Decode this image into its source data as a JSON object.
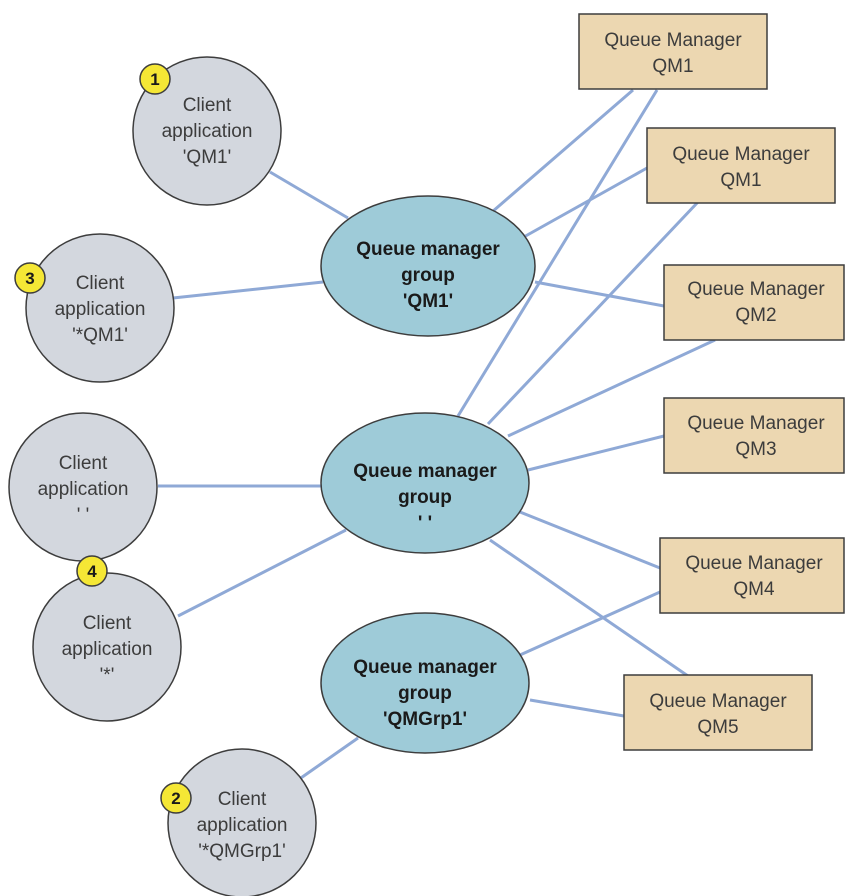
{
  "clients": [
    {
      "id": "c1",
      "lines": [
        "Client",
        "application",
        "'QM1'"
      ],
      "badge": "1"
    },
    {
      "id": "c3",
      "lines": [
        "Client",
        "application",
        "'*QM1'"
      ],
      "badge": "3"
    },
    {
      "id": "cblank",
      "lines": [
        "Client",
        "application",
        "' '"
      ],
      "badge": ""
    },
    {
      "id": "c4",
      "lines": [
        "Client",
        "application",
        "'*'"
      ],
      "badge": "4"
    },
    {
      "id": "c2",
      "lines": [
        "Client",
        "application",
        "'*QMGrp1'"
      ],
      "badge": "2"
    }
  ],
  "groups": [
    {
      "id": "gqm1",
      "lines": [
        "Queue manager",
        "group",
        "'QM1'"
      ]
    },
    {
      "id": "gblank",
      "lines": [
        "Queue manager",
        "group",
        "' '"
      ]
    },
    {
      "id": "gqmgrp1",
      "lines": [
        "Queue manager",
        "group",
        "'QMGrp1'"
      ]
    }
  ],
  "queue_managers": [
    {
      "id": "qm1a",
      "lines": [
        "Queue Manager",
        "QM1"
      ]
    },
    {
      "id": "qm1b",
      "lines": [
        "Queue Manager",
        "QM1"
      ]
    },
    {
      "id": "qm2",
      "lines": [
        "Queue Manager",
        "QM2"
      ]
    },
    {
      "id": "qm3",
      "lines": [
        "Queue Manager",
        "QM3"
      ]
    },
    {
      "id": "qm4",
      "lines": [
        "Queue Manager",
        "QM4"
      ]
    },
    {
      "id": "qm5",
      "lines": [
        "Queue Manager",
        "QM5"
      ]
    }
  ],
  "colors": {
    "connector": "#8fa9d6",
    "client_fill": "#d3d7de",
    "group_fill": "#9ecbd8",
    "queue_manager_fill": "#ecd7b1",
    "badge_fill": "#f5e735"
  }
}
